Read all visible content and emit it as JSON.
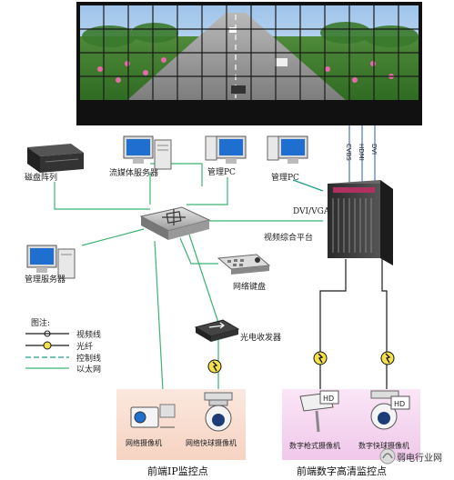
{
  "labels": {
    "disk_array": "磁盘阵列",
    "streaming_server": "流媒体服务器",
    "mgmt_pc_1": "管理PC",
    "mgmt_pc_2": "管理PC",
    "mgmt_server": "管理服务器",
    "dvi_vga": "DVI/VGA",
    "video_platform": "视频综合平台",
    "network_keyboard": "网络键盘",
    "optical_transceiver": "光电收发器",
    "cvbs": "CVBS",
    "hdmi": "HDMI",
    "dvi": "DVI"
  },
  "legend": {
    "title": "图注:",
    "items": [
      {
        "label": "视频线",
        "color": "#1a1a1a"
      },
      {
        "label": "光纤",
        "color": "#1a1a1a"
      },
      {
        "label": "控制线",
        "color": "#1f9e8a"
      },
      {
        "label": "以太网",
        "color": "#3cb371"
      }
    ]
  },
  "zones": {
    "ip": {
      "title": "前端IP监控点",
      "cam1": "网络摄像机",
      "cam2": "网络快球摄像机",
      "bg": "#fde3d6"
    },
    "hd": {
      "title": "前端数字高清监控点",
      "cam1": "数字枪式摄像机",
      "cam2": "数字快球摄像机",
      "bg": "#f7d9f2"
    }
  },
  "watermark": "弱电行业网",
  "colors": {
    "ethernet": "#3cb371",
    "control": "#1f9e8a",
    "video": "#1a1a1a",
    "video_blue": "#4a78c8"
  }
}
